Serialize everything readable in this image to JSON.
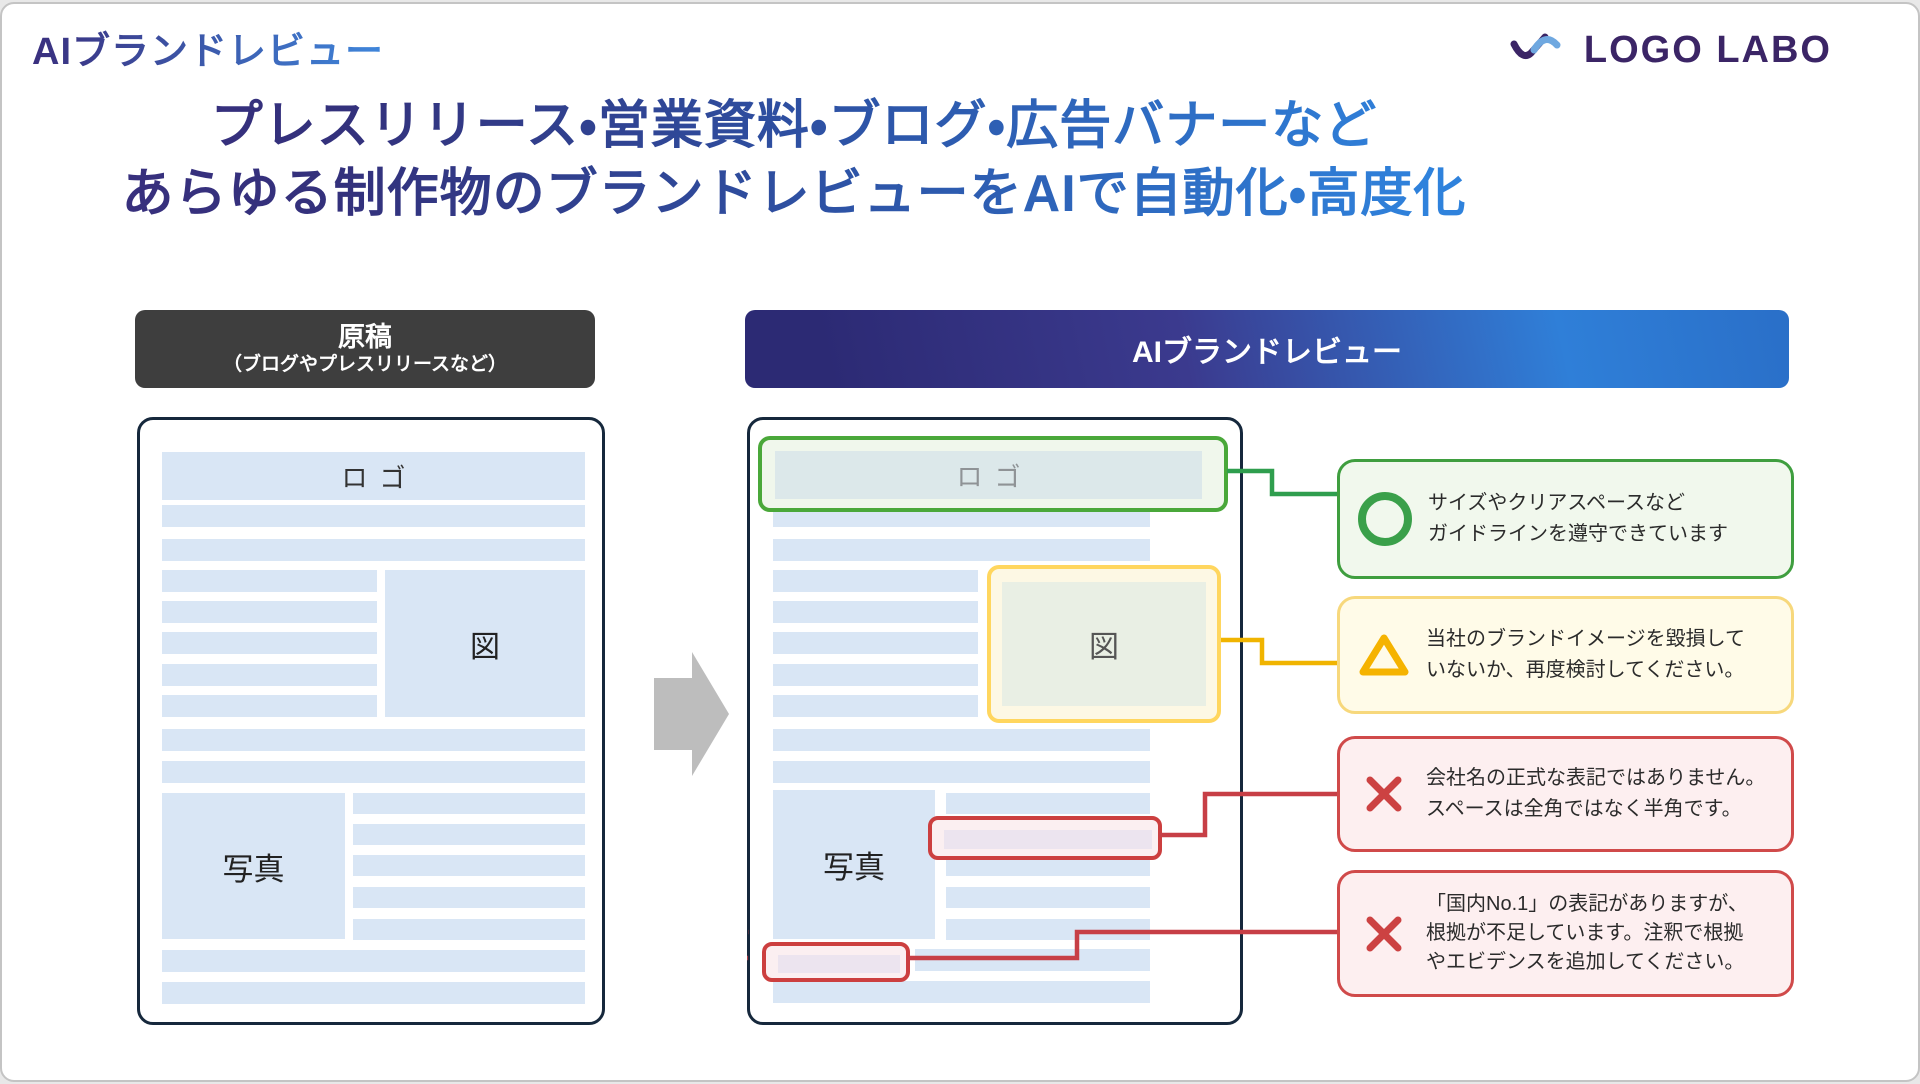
{
  "page": {
    "title": "AIブランドレビュー",
    "brand": "LOGO LABO"
  },
  "heading": {
    "line1": "プレスリリース・営業資料・ブログ・広告バナーなど",
    "line2": "あらゆる制作物のブランドレビューをAIで自動化・高度化"
  },
  "before": {
    "badge_title": "原稿",
    "badge_subtitle": "（ブログやプレスリリースなど）",
    "doc": {
      "logo_label": "ロゴ",
      "figure_label": "図",
      "photo_label": "写真"
    }
  },
  "after": {
    "badge_title": "AIブランドレビュー",
    "doc": {
      "logo_label": "ロゴ",
      "figure_label": "図",
      "photo_label": "写真"
    }
  },
  "annotations": {
    "ok": {
      "status": "pass",
      "icon": "circle-ok",
      "lines": [
        "サイズやクリアスペースなど",
        "ガイドラインを遵守できています"
      ]
    },
    "warning": {
      "status": "warning",
      "icon": "triangle-warning",
      "lines": [
        "当社のブランドイメージを毀損して",
        "いないか、再度検討してください。"
      ]
    },
    "error_company_name": {
      "status": "error",
      "icon": "x-mark",
      "lines": [
        "会社名の正式な表記ではありません。",
        "スペースは全角ではなく半角です。"
      ]
    },
    "error_no1_claim": {
      "status": "error",
      "icon": "x-mark",
      "lines": [
        "「国内No.1」の表記がありますが、",
        "根拠が不足しています。注釈で根拠",
        "やエビデンスを追加してください。"
      ]
    }
  },
  "colors": {
    "ok_green": "#3aa04a",
    "warning_yellow": "#f5b300",
    "error_red": "#cc3f3f",
    "accent_blue": "#2f7fd8",
    "brand_purple": "#3b2566",
    "navy_border": "#16283c",
    "placeholder_blue": "#d9e6f5"
  }
}
